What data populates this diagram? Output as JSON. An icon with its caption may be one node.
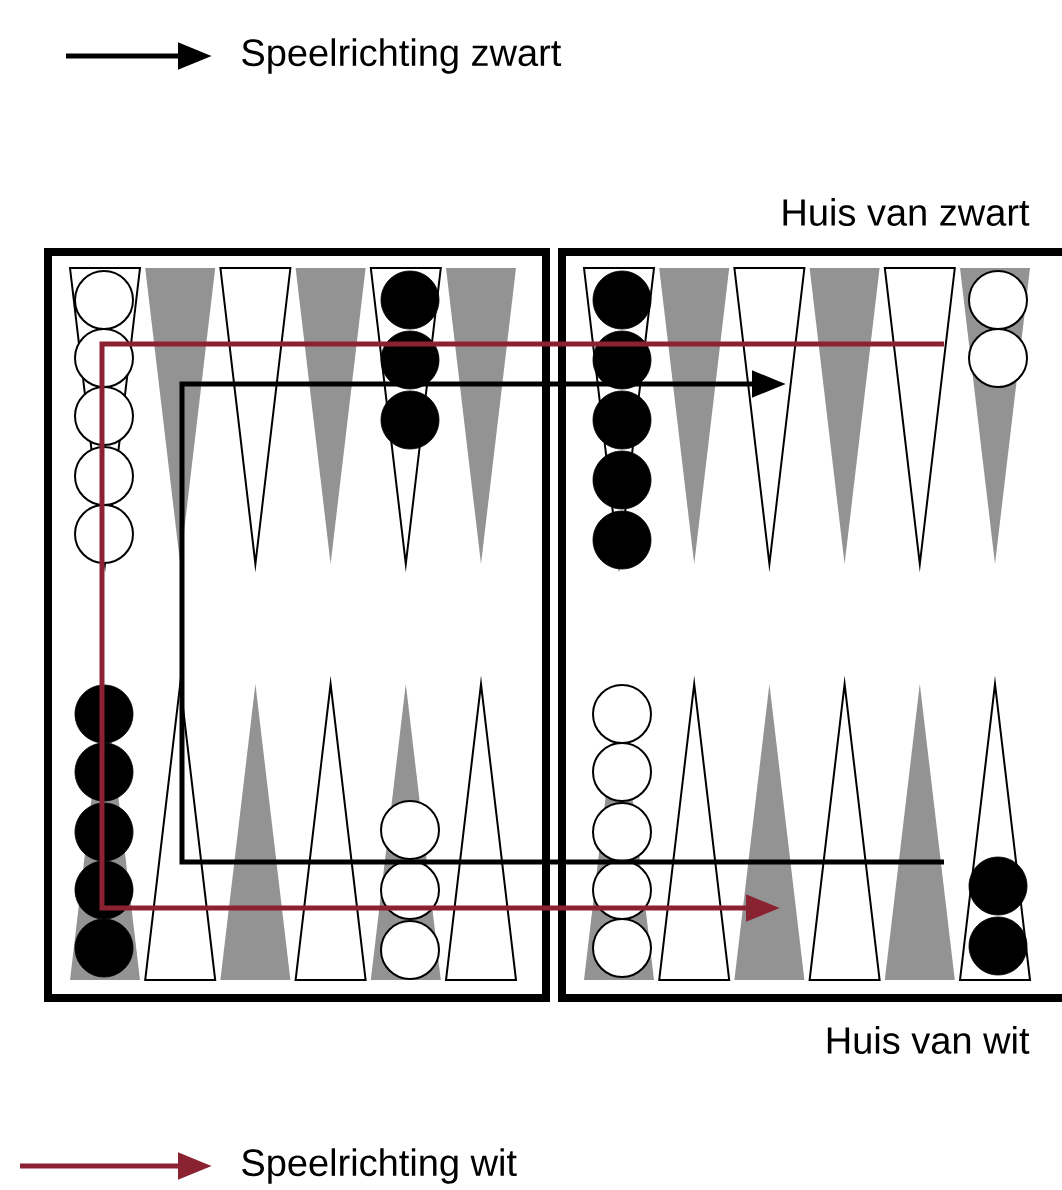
{
  "diagram": {
    "labels": [
      "Huis van zwart",
      "Huis van wit"
    ],
    "legend": [
      {
        "text": "Speelrichting zwart"
      },
      {
        "text": "Speelrichting wit"
      }
    ]
  }
}
